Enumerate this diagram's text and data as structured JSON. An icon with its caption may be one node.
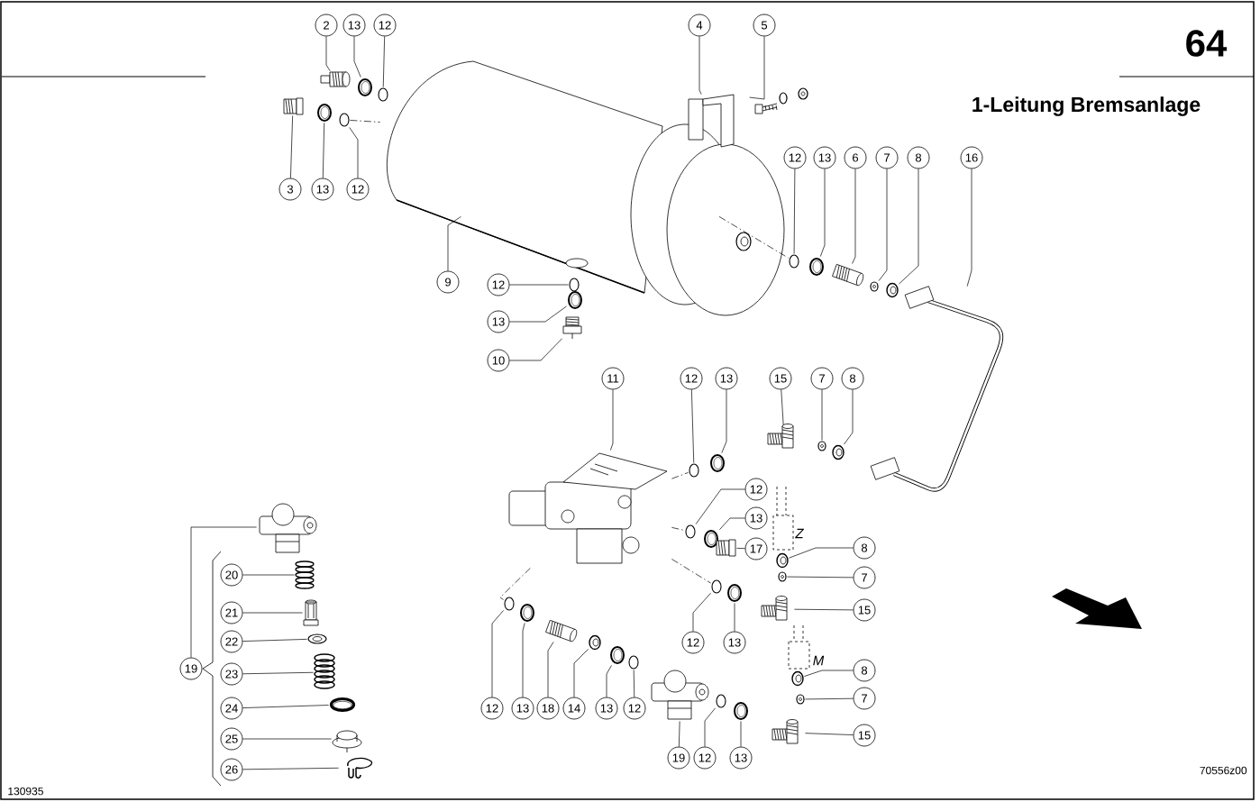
{
  "diagram": {
    "title": "1-Leitung Bremsanlage",
    "nodes": [
      {
        "text": [
          "2"
        ]
      },
      {
        "text": [],
        "shape": "picture"
      },
      {
        "text": [
          "13"
        ]
      },
      {
        "text": [],
        "shape": "picture"
      },
      {
        "text": [
          "12"
        ]
      },
      {
        "text": [],
        "shape": "picture"
      },
      {
        "text": [
          "3"
        ]
      },
      {
        "text": [],
        "shape": "picture"
      },
      {
        "text": [
          "13"
        ]
      },
      {
        "text": [],
        "shape": "picture"
      },
      {
        "text": [
          "12"
        ]
      },
      {
        "text": [],
        "shape": "picture"
      },
      {
        "text": [
          "4"
        ]
      },
      {
        "text": [],
        "shape": "picture"
      },
      {
        "text": [
          "5"
        ]
      },
      {
        "text": [],
        "shape": "picture"
      },
      {
        "text": [
          "9"
        ]
      },
      {
        "text": [],
        "shape": "picture"
      },
      {
        "text": [
          "12"
        ]
      },
      {
        "text": [],
        "shape": "picture"
      },
      {
        "text": [
          "13"
        ]
      },
      {
        "text": [],
        "shape": "picture"
      },
      {
        "text": [
          "6"
        ]
      },
      {
        "text": [],
        "shape": "picture"
      },
      {
        "text": [
          "7"
        ]
      },
      {
        "text": [],
        "shape": "picture"
      },
      {
        "text": [
          "8"
        ]
      },
      {
        "text": [],
        "shape": "picture"
      },
      {
        "text": [
          "16"
        ]
      },
      {
        "text": [],
        "shape": "picture"
      },
      {
        "text": [
          "12"
        ]
      },
      {
        "text": [],
        "shape": "picture"
      },
      {
        "text": [
          "13"
        ]
      },
      {
        "text": [],
        "shape": "picture"
      },
      {
        "text": [
          "10"
        ]
      },
      {
        "text": [],
        "shape": "picture"
      },
      {
        "text": [
          "11"
        ]
      },
      {
        "text": [],
        "shape": "picture"
      },
      {
        "text": [
          "12"
        ]
      },
      {
        "text": [],
        "shape": "picture"
      },
      {
        "text": [
          "13"
        ]
      },
      {
        "text": [],
        "shape": "picture"
      },
      {
        "text": [
          "15"
        ]
      },
      {
        "text": [],
        "shape": "picture"
      },
      {
        "text": [
          "7"
        ]
      },
      {
        "text": [],
        "shape": "picture"
      },
      {
        "text": [
          "8"
        ]
      },
      {
        "text": [],
        "shape": "picture"
      },
      {
        "text": [
          "12"
        ]
      },
      {
        "text": [],
        "shape": "picture"
      },
      {
        "text": [
          "13"
        ]
      },
      {
        "text": [],
        "shape": "picture"
      },
      {
        "text": [
          "17"
        ]
      },
      {
        "text": [],
        "shape": "picture"
      },
      {
        "text": [
          "8"
        ]
      },
      {
        "text": [],
        "shape": "picture"
      },
      {
        "text": [
          "7"
        ]
      },
      {
        "text": [],
        "shape": "picture"
      },
      {
        "text": [
          "15"
        ]
      },
      {
        "text": [],
        "shape": "picture"
      },
      {
        "text": [
          "12"
        ]
      },
      {
        "text": [],
        "shape": "picture"
      },
      {
        "text": [
          "13"
        ]
      },
      {
        "text": [],
        "shape": "picture"
      },
      {
        "text": [
          "12"
        ]
      },
      {
        "text": [],
        "shape": "picture"
      },
      {
        "text": [
          "13"
        ]
      },
      {
        "text": [],
        "shape": "picture"
      },
      {
        "text": [
          "18"
        ]
      },
      {
        "text": [],
        "shape": "picture"
      },
      {
        "text": [
          "14"
        ]
      },
      {
        "text": [],
        "shape": "picture"
      },
      {
        "text": [
          "13"
        ]
      },
      {
        "text": [],
        "shape": "picture"
      },
      {
        "text": [
          "12"
        ]
      },
      {
        "text": [],
        "shape": "picture"
      },
      {
        "text": [
          "19"
        ]
      },
      {
        "text": [],
        "shape": "picture"
      },
      {
        "text": [
          "12"
        ]
      },
      {
        "text": [],
        "shape": "picture"
      },
      {
        "text": [
          "13"
        ]
      },
      {
        "text": [],
        "shape": "picture"
      },
      {
        "text": [
          "8"
        ]
      },
      {
        "text": [],
        "shape": "picture"
      },
      {
        "text": [
          "7"
        ]
      },
      {
        "text": [],
        "shape": "picture"
      },
      {
        "text": [
          "15"
        ]
      },
      {
        "text": [],
        "shape": "picture"
      },
      {
        "text": [
          "19"
        ]
      },
      {
        "text": [],
        "shape": "picture"
      },
      {
        "text": [
          "20"
        ]
      },
      {
        "text": [],
        "shape": "picture"
      },
      {
        "text": [
          "21"
        ]
      },
      {
        "text": [],
        "shape": "picture"
      },
      {
        "text": [
          "22"
        ]
      },
      {
        "text": [],
        "shape": "picture"
      },
      {
        "text": [
          "23"
        ]
      },
      {
        "text": [],
        "shape": "picture"
      },
      {
        "text": [
          "24"
        ]
      },
      {
        "text": [],
        "shape": "picture"
      },
      {
        "text": [
          "25"
        ]
      },
      {
        "text": [],
        "shape": "picture"
      },
      {
        "text": [
          "26"
        ]
      },
      {
        "text": [],
        "shape": "picture"
      }
    ],
    "edges": [
      {
        "from": 0,
        "to": 1,
        "arrow": "none"
      },
      {
        "from": 2,
        "to": 3,
        "arrow": "none"
      },
      {
        "from": 4,
        "to": 5,
        "arrow": "none"
      },
      {
        "from": 6,
        "to": 7,
        "arrow": "none"
      },
      {
        "from": 8,
        "to": 9,
        "arrow": "none"
      },
      {
        "from": 10,
        "to": 11,
        "arrow": "none"
      },
      {
        "from": 12,
        "to": 13,
        "arrow": "none"
      },
      {
        "from": 14,
        "to": 15,
        "arrow": "none"
      },
      {
        "from": 16,
        "to": 17,
        "arrow": "none"
      },
      {
        "from": 18,
        "to": 19,
        "arrow": "none"
      },
      {
        "from": 20,
        "to": 21,
        "arrow": "none"
      },
      {
        "from": 22,
        "to": 23,
        "arrow": "none"
      },
      {
        "from": 24,
        "to": 25,
        "arrow": "none"
      },
      {
        "from": 26,
        "to": 27,
        "arrow": "none"
      },
      {
        "from": 28,
        "to": 29,
        "arrow": "none"
      },
      {
        "from": 30,
        "to": 31,
        "arrow": "none"
      },
      {
        "from": 32,
        "to": 33,
        "arrow": "none"
      },
      {
        "from": 34,
        "to": 35,
        "arrow": "none"
      },
      {
        "from": 36,
        "to": 37,
        "arrow": "none"
      },
      {
        "from": 38,
        "to": 39,
        "arrow": "none"
      },
      {
        "from": 40,
        "to": 41,
        "arrow": "none"
      },
      {
        "from": 42,
        "to": 43,
        "arrow": "none"
      },
      {
        "from": 44,
        "to": 45,
        "arrow": "none"
      },
      {
        "from": 46,
        "to": 47,
        "arrow": "none"
      },
      {
        "from": 48,
        "to": 49,
        "arrow": "none"
      },
      {
        "from": 50,
        "to": 51,
        "arrow": "none"
      },
      {
        "from": 52,
        "to": 53,
        "arrow": "none"
      },
      {
        "from": 54,
        "to": 55,
        "arrow": "none"
      },
      {
        "from": 56,
        "to": 57,
        "arrow": "none"
      },
      {
        "from": 58,
        "to": 59,
        "arrow": "none"
      },
      {
        "from": 60,
        "to": 61,
        "arrow": "none"
      },
      {
        "from": 62,
        "to": 63,
        "arrow": "none"
      },
      {
        "from": 64,
        "to": 65,
        "arrow": "none"
      },
      {
        "from": 66,
        "to": 67,
        "arrow": "none"
      },
      {
        "from": 68,
        "to": 69,
        "arrow": "none"
      },
      {
        "from": 70,
        "to": 71,
        "arrow": "none"
      },
      {
        "from": 72,
        "to": 73,
        "arrow": "none"
      },
      {
        "from": 74,
        "to": 75,
        "arrow": "none"
      },
      {
        "from": 76,
        "to": 77,
        "arrow": "none"
      },
      {
        "from": 78,
        "to": 79,
        "arrow": "none"
      },
      {
        "from": 80,
        "to": 81,
        "arrow": "none"
      },
      {
        "from": 82,
        "to": 83,
        "arrow": "none"
      },
      {
        "from": 84,
        "to": 85,
        "arrow": "none"
      },
      {
        "from": 86,
        "to": 87,
        "arrow": "none"
      },
      {
        "from": 88,
        "to": 89,
        "arrow": "none"
      },
      {
        "from": 90,
        "to": 91,
        "arrow": "none"
      },
      {
        "from": 92,
        "to": 93,
        "arrow": "none"
      },
      {
        "from": 94,
        "to": 95,
        "arrow": "none"
      },
      {
        "from": 96,
        "to": 97,
        "arrow": "none"
      },
      {
        "from": 98,
        "to": 99,
        "arrow": "none"
      },
      {
        "from": 100,
        "to": 101,
        "arrow": "none"
      },
      {
        "from": 102,
        "to": 103,
        "arrow": "none"
      },
      {
        "from": 11,
        "to": 17,
        "arrow": "none",
        "style": "dashed"
      },
      {
        "from": 17,
        "to": 19,
        "arrow": "none",
        "style": "dashed"
      },
      {
        "from": 37,
        "to": 39,
        "arrow": "none",
        "style": "dashed"
      },
      {
        "from": 37,
        "to": 49,
        "arrow": "none",
        "style": "dashed"
      },
      {
        "from": 37,
        "to": 61,
        "arrow": "none",
        "style": "dashed"
      },
      {
        "from": 37,
        "to": 65,
        "arrow": "none",
        "style": "dashed"
      }
    ],
    "labels": [
      "64",
      "130935",
      "70556z00",
      "Z",
      "M"
    ]
  }
}
